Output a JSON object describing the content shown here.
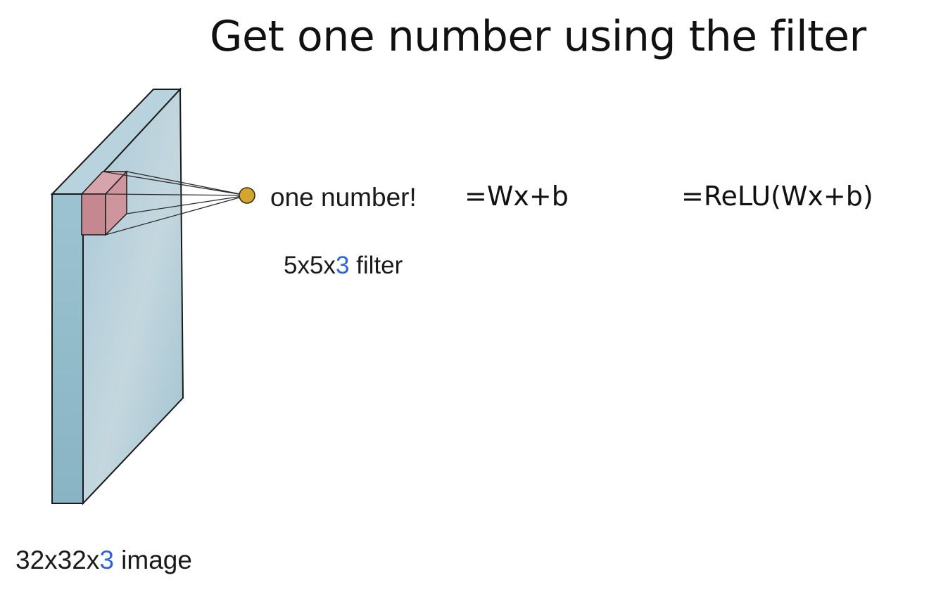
{
  "title": "Get one number using the filter",
  "output_label": "one number!",
  "equation_linear": "=Wx+b",
  "equation_relu": "=ReLU(Wx+b)",
  "filter_label": {
    "prefix": "5x5x",
    "depth": "3",
    "suffix": " filter"
  },
  "image_label": {
    "prefix": "32x32x",
    "depth": "3",
    "suffix": " image"
  },
  "colors": {
    "volume_front": "#a9c9d6",
    "volume_side": "#93bccb",
    "volume_top": "#b9d4de",
    "filter_cube": "#c98a93",
    "output_dot": "#d4a531",
    "depth_accent": "#2d63d8"
  }
}
